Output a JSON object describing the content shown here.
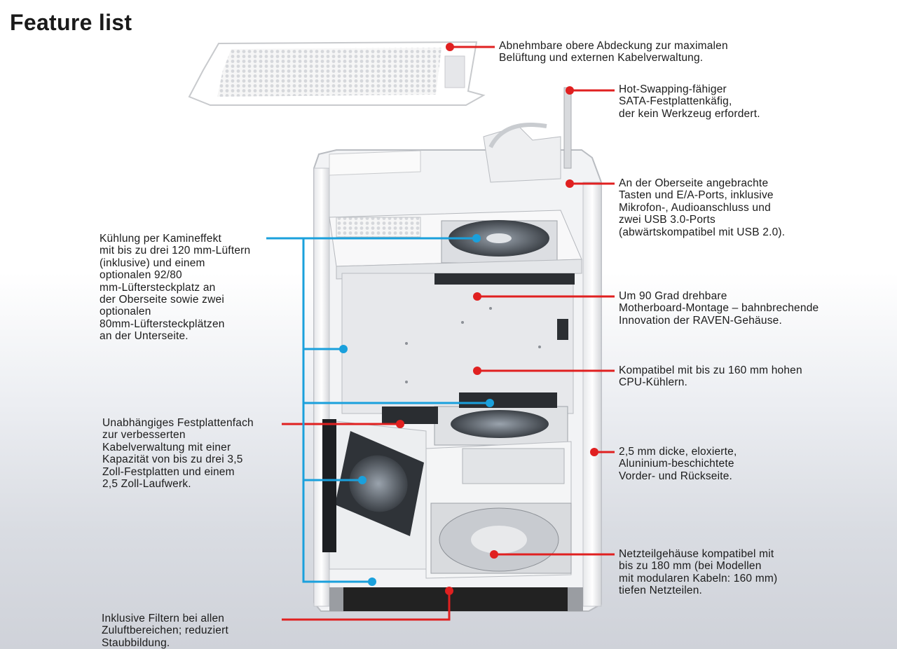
{
  "title": "Feature list",
  "colors": {
    "red_callout": "#e02020",
    "blue_callout": "#1aa0dc",
    "case_white": "#f4f4f4",
    "case_shadow": "#bfc3c8",
    "case_black": "#222222"
  },
  "callouts": {
    "top_cover": "Abnehmbare obere Abdeckung zur maximalen\nBelüftung und externen Kabelverwaltung.",
    "hdd_cage": "Hot-Swapping-fähiger\nSATA-Festplattenkäfig,\nder kein Werkzeug erfordert.",
    "top_ports": "An der Oberseite angebrachte\nTasten und E/A-Ports, inklusive\nMikrofon-, Audioanschluss und\nzwei USB 3.0-Ports\n(abwärtskompatibel mit USB 2.0).",
    "cooling": "Kühlung per Kamineffekt\nmit bis zu drei 120 mm-Lüftern\n(inklusive) und einem\noptionalen 92/80\nmm-Lüftersteckplatz an\nder Oberseite sowie zwei\noptionalen\n80mm-Lüftersteckplätzen\nan der Unterseite.",
    "motherboard": "Um 90 Grad drehbare\nMotherboard-Montage – bahnbrechende\nInnovation der RAVEN-Gehäuse.",
    "cpu_cooler": "Kompatibel mit bis zu 160 mm hohen\nCPU-Kühlern.",
    "drive_bay": "Unabhängiges Festplattenfach\nzur verbesserten\nKabelverwaltung mit einer\nKapazität von bis zu drei 3,5\nZoll-Festplatten und einem\n2,5 Zoll-Laufwerk.",
    "aluminium": "2,5 mm dicke, eloxierte,\nAluninium-beschichtete\nVorder- und Rückseite.",
    "psu": "Netzteilgehäuse kompatibel mit\nbis zu 180 mm (bei Modellen\nmit modularen Kabeln: 160 mm)\ntiefen Netzteilen.",
    "filters": "Inklusive Filtern bei allen\nZuluftbereichen; reduziert\nStaubbildung."
  }
}
